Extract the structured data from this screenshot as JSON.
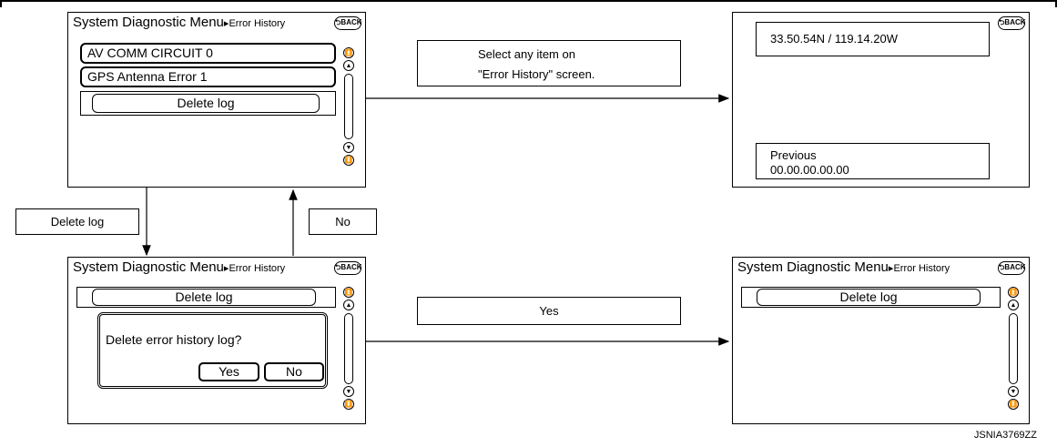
{
  "header": {
    "main": "System Diagnostic Menu",
    "sub": "Error History",
    "back": "BACK"
  },
  "screen1": {
    "items": [
      "AV COMM CIRCUIT 0",
      "GPS Antenna Error 1"
    ],
    "delete_button": "Delete log"
  },
  "screen2": {
    "coords": "33.50.54N / 119.14.20W",
    "previous_label": "Previous",
    "previous_value": "00.00.00.00.00",
    "back": "BACK"
  },
  "screen3": {
    "delete_button": "Delete log",
    "dialog_text": "Delete error history log?",
    "yes": "Yes",
    "no": "No"
  },
  "screen4": {
    "delete_button": "Delete log"
  },
  "labels": {
    "select_line1": "Select any item on",
    "select_line2": "\"Error History\" screen.",
    "delete_log": "Delete log",
    "no": "No",
    "yes": "Yes"
  },
  "figure_code": "JSNIA3769ZZ",
  "scroll_icons": {
    "up_fast": "double-up-arrow-icon",
    "up": "up-arrow-icon",
    "down": "down-arrow-icon",
    "down_fast": "double-down-arrow-icon"
  }
}
